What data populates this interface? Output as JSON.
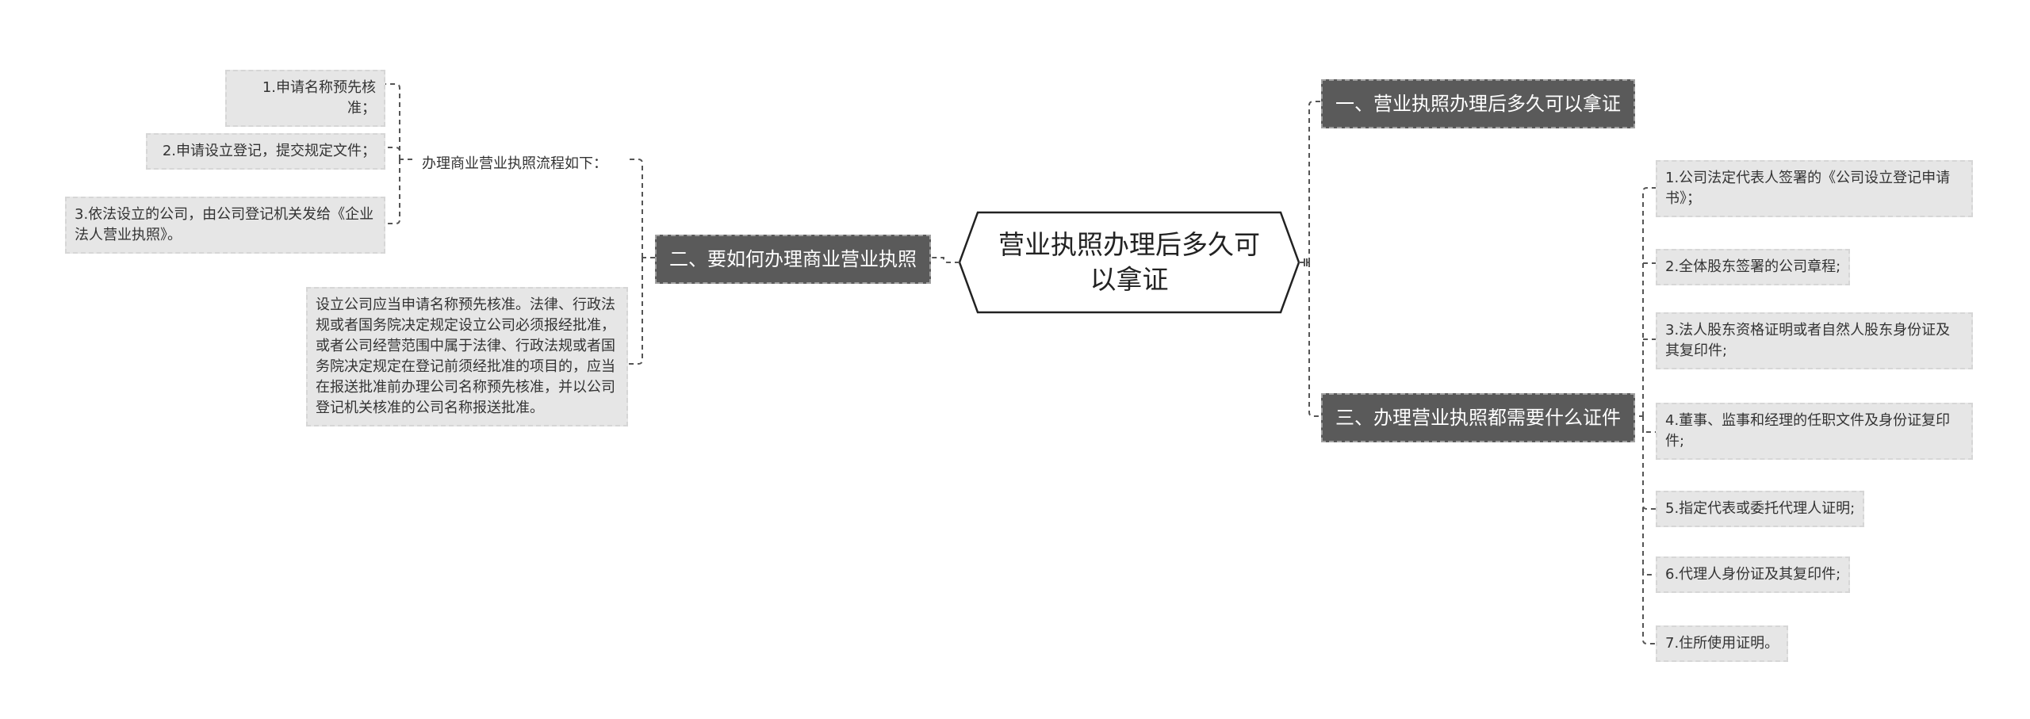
{
  "central": {
    "title": "营业执照办理后多久可以拿证"
  },
  "branches": [
    {
      "label": "一、营业执照办理后多久可以拿证",
      "children": []
    },
    {
      "label": "二、要如何办理商业营业执照",
      "sub": {
        "label": "办理商业营业执照流程如下：",
        "children": [
          "1.申请名称预先核准；",
          "2.申请设立登记，提交规定文件；",
          "3.依法设立的公司，由公司登记机关发给《企业法人营业执照》。"
        ]
      },
      "note": "设立公司应当申请名称预先核准。法律、行政法规或者国务院决定规定设立公司必须报经批准，或者公司经营范围中属于法律、行政法规或者国务院决定规定在登记前须经批准的项目的，应当在报送批准前办理公司名称预先核准，并以公司登记机关核准的公司名称报送批准。"
    },
    {
      "label": "三、办理营业执照都需要什么证件",
      "children": [
        "1.公司法定代表人签署的《公司设立登记申请书》；",
        "2.全体股东签署的公司章程;",
        "3.法人股东资格证明或者自然人股东身份证及其复印件;",
        "4.董事、监事和经理的任职文件及身份证复印件;",
        "5.指定代表或委托代理人证明;",
        "6.代理人身份证及其复印件;",
        "7.住所使用证明。"
      ]
    }
  ],
  "colors": {
    "branch_fill": "#5a5a5a",
    "leaf_fill": "#e6e6e6",
    "connector": "#555555"
  }
}
